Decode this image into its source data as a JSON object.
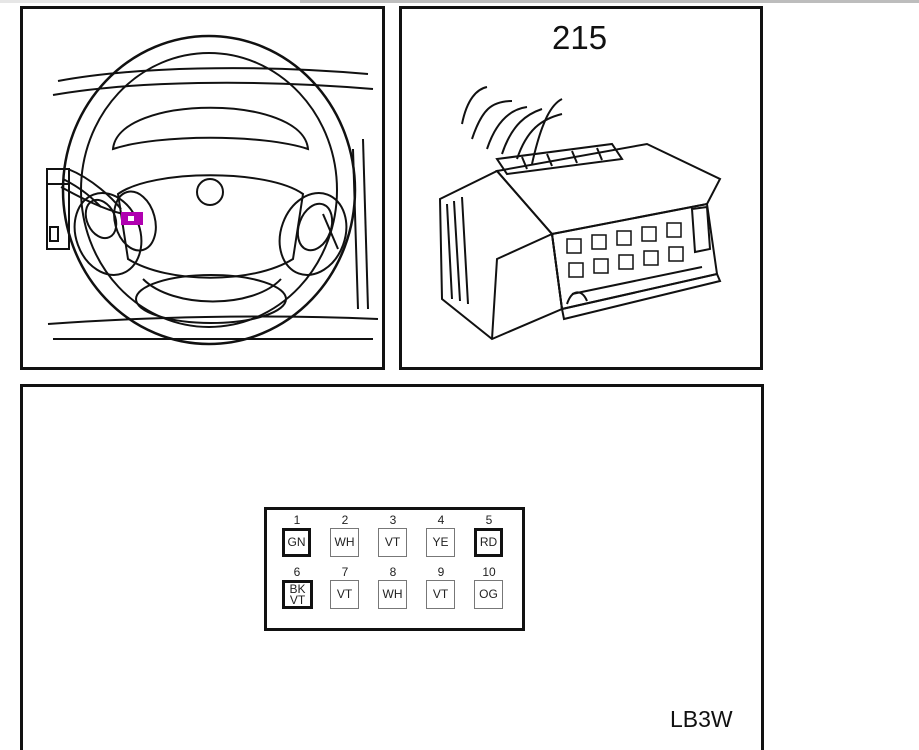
{
  "connector": {
    "number": "215"
  },
  "pinout": {
    "code": "LB3W",
    "row1": [
      {
        "num": "1",
        "color": "GN",
        "bold": true
      },
      {
        "num": "2",
        "color": "WH",
        "bold": false
      },
      {
        "num": "3",
        "color": "VT",
        "bold": false
      },
      {
        "num": "4",
        "color": "YE",
        "bold": false
      },
      {
        "num": "5",
        "color": "RD",
        "bold": true
      }
    ],
    "row2": [
      {
        "num": "6",
        "color": "BK VT",
        "bold": true
      },
      {
        "num": "7",
        "color": "VT",
        "bold": false
      },
      {
        "num": "8",
        "color": "WH",
        "bold": false
      },
      {
        "num": "9",
        "color": "VT",
        "bold": false
      },
      {
        "num": "10",
        "color": "OG",
        "bold": false
      }
    ]
  },
  "colors": {
    "line": "#111111",
    "highlight": "#b000b0"
  }
}
